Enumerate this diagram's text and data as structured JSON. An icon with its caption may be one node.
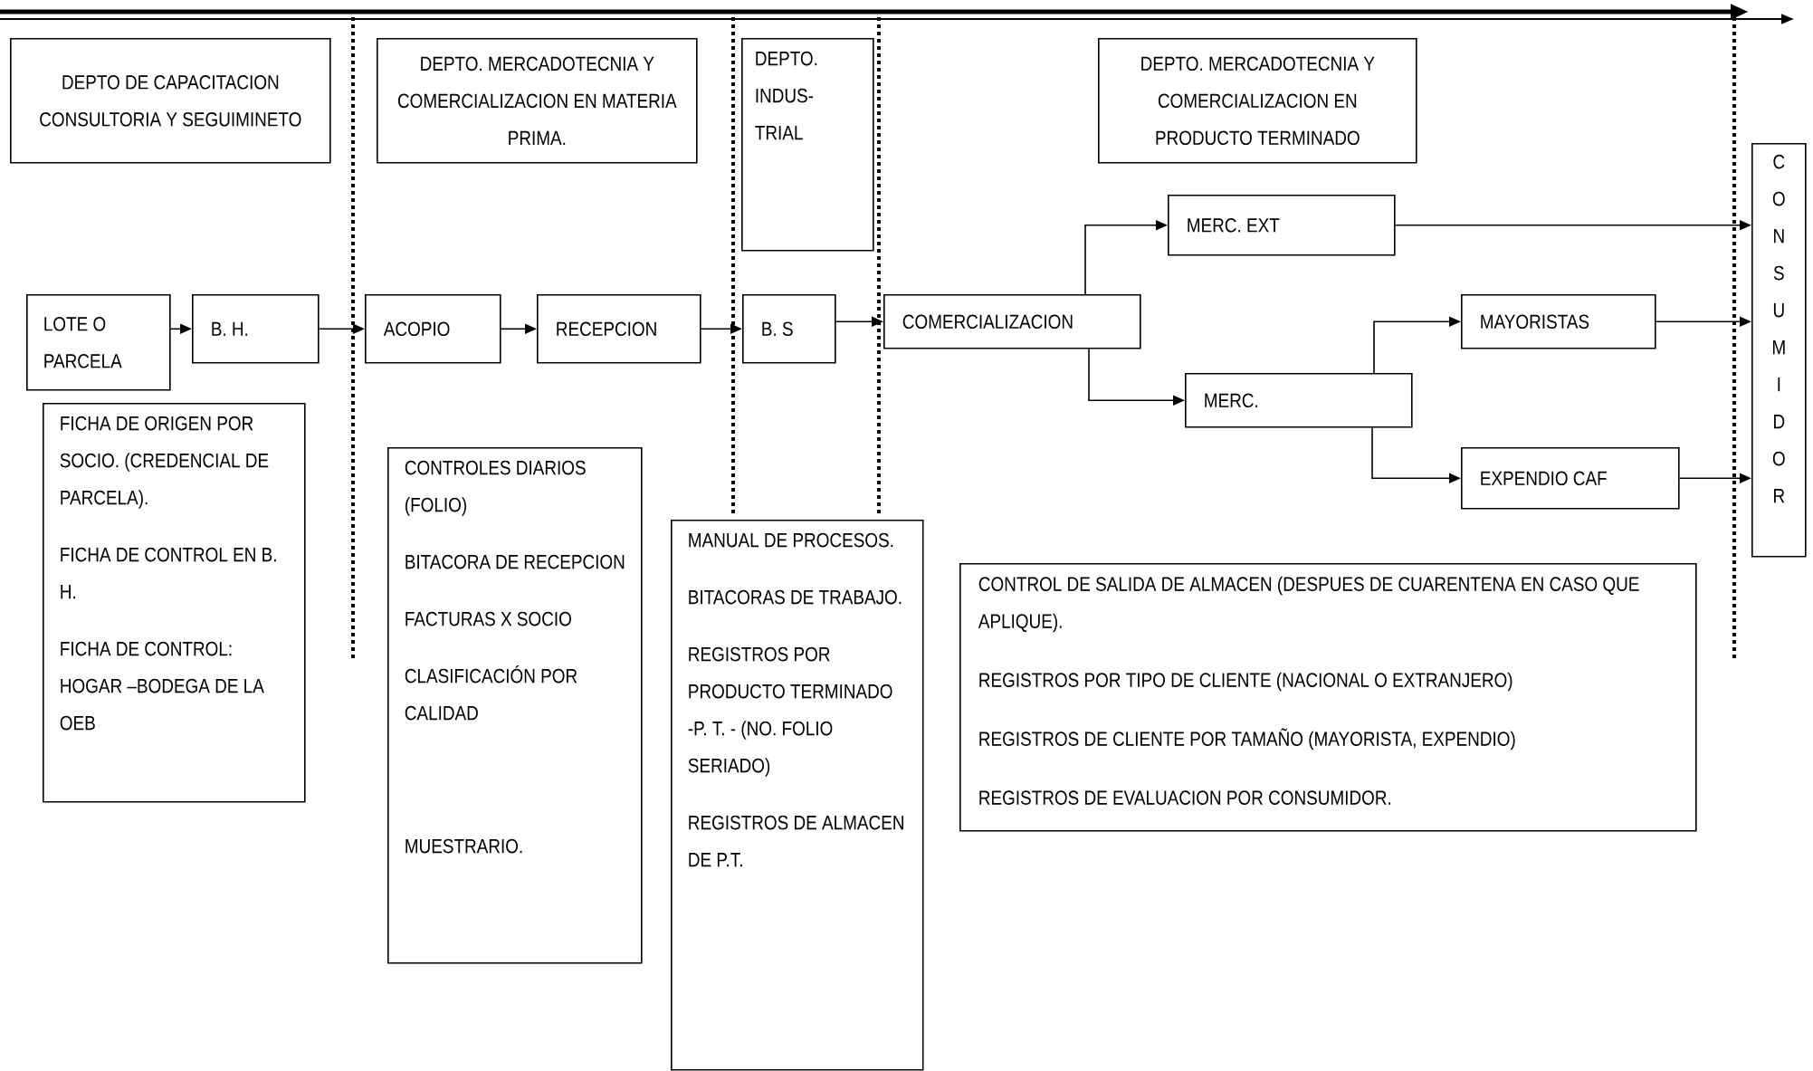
{
  "diagram": {
    "nodes": [
      {
        "text": [
          "DEPTO DE CAPACITACION CONSULTORIA Y SEGUIMINETO"
        ]
      },
      {
        "text": [
          "DEPTO. MERCADOTECNIA Y COMERCIALIZACION EN MATERIA PRIMA."
        ]
      },
      {
        "text": [
          "DEPTO. INDUS-TRIAL"
        ]
      },
      {
        "text": [
          "DEPTO. MERCADOTECNIA Y COMERCIALIZACION EN PRODUCTO TERMINADO"
        ]
      },
      {
        "text": [
          "LOTE O PARCELA"
        ]
      },
      {
        "text": [
          "B. H."
        ]
      },
      {
        "text": [
          "ACOPIO"
        ]
      },
      {
        "text": [
          "RECEPCION"
        ]
      },
      {
        "text": [
          "B. S"
        ]
      },
      {
        "text": [
          "COMERCIALIZACION"
        ]
      },
      {
        "text": [
          "MERC. EXT"
        ]
      },
      {
        "text": [
          "MERC."
        ]
      },
      {
        "text": [
          "MAYORISTAS"
        ]
      },
      {
        "text": [
          "EXPENDIO CAF"
        ]
      },
      {
        "text": [
          "CONSUMIDOR"
        ]
      },
      {
        "text": [
          "FICHA DE ORIGEN POR SOCIO. (CREDENCIAL DE PARCELA).",
          "FICHA DE CONTROL EN B. H.",
          "FICHA DE CONTROL: HOGAR –BODEGA DE LA OEB"
        ]
      },
      {
        "text": [
          "CONTROLES DIARIOS (FOLIO)",
          "BITACORA DE RECEPCION",
          "FACTURAS X SOCIO",
          "CLASIFICACIÓN POR CALIDAD",
          "MUESTRARIO."
        ]
      },
      {
        "text": [
          "MANUAL DE PROCESOS.",
          "BITACORAS DE TRABAJO.",
          "REGISTROS POR PRODUCTO TERMINADO -P. T. - (NO. FOLIO SERIADO)",
          "REGISTROS DE ALMACEN DE P.T."
        ]
      },
      {
        "text": [
          "CONTROL DE SALIDA DE ALMACEN (DESPUES DE CUARENTENA EN CASO QUE APLIQUE).",
          "REGISTROS POR TIPO DE CLIENTE (NACIONAL O EXTRANJERO)",
          "REGISTROS DE CLIENTE POR TAMAÑO (MAYORISTA, EXPENDIO)",
          "REGISTROS DE EVALUACION POR CONSUMIDOR."
        ]
      }
    ],
    "edges": [
      {
        "from": 4,
        "to": 5,
        "arrow": "to"
      },
      {
        "from": 5,
        "to": 6,
        "arrow": "to"
      },
      {
        "from": 6,
        "to": 7,
        "arrow": "to"
      },
      {
        "from": 7,
        "to": 8,
        "arrow": "to"
      },
      {
        "from": 8,
        "to": 9,
        "arrow": "to"
      },
      {
        "from": 9,
        "to": 10,
        "arrow": "to"
      },
      {
        "from": 9,
        "to": 11,
        "arrow": "to"
      },
      {
        "from": 11,
        "to": 12,
        "arrow": "to"
      },
      {
        "from": 11,
        "to": 13,
        "arrow": "to"
      },
      {
        "from": 10,
        "to": 14,
        "arrow": "to"
      },
      {
        "from": 12,
        "to": 14,
        "arrow": "to"
      },
      {
        "from": 13,
        "to": 14,
        "arrow": "to"
      }
    ]
  }
}
